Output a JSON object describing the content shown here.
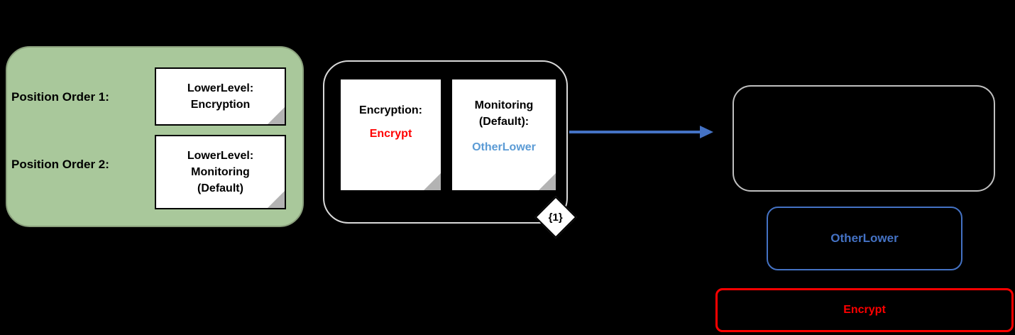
{
  "left_panel": {
    "row1_label": "Position Order 1:",
    "note1": {
      "line1": "LowerLevel:",
      "line2": "Encryption"
    },
    "row2_label": "Position Order 2:",
    "note2": {
      "line1": "LowerLevel:",
      "line2": "Monitoring",
      "line3": "(Default)"
    }
  },
  "middle_panel": {
    "note1": {
      "title": "Encryption:",
      "value": "Encrypt"
    },
    "note2": {
      "title_line1": "Monitoring",
      "title_line2": "(Default):",
      "value": "OtherLower"
    },
    "badge": "{1}"
  },
  "right_panel": {
    "otherlower_label": "OtherLower",
    "encrypt_label": "Encrypt"
  },
  "colors": {
    "background": "#000000",
    "panel_green": "#a9c89b",
    "value_red": "#ff0000",
    "value_light_blue": "#5b9bd5",
    "arrow_blue": "#4472c4"
  }
}
